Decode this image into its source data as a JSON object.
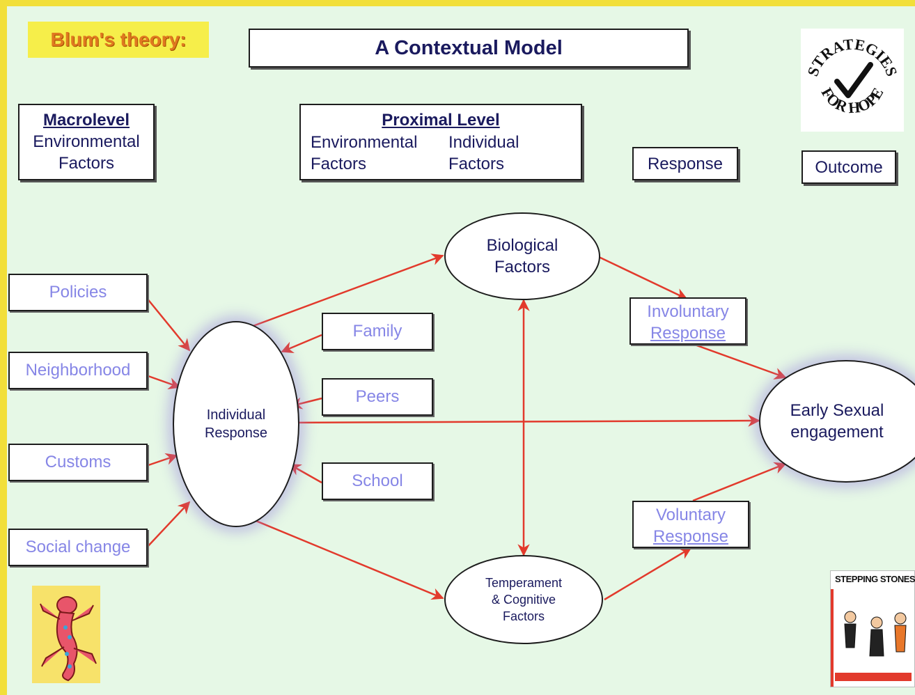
{
  "label_theory": "Blum's theory:",
  "title": "A Contextual Model",
  "logo_strategies": {
    "top": "STRATEGIES",
    "bottom": "FOR HOPE"
  },
  "headers": {
    "macro": {
      "title": "Macrolevel",
      "line1": "Environmental",
      "line2": "Factors"
    },
    "proximal": {
      "title": "Proximal Level",
      "env1": "Environmental",
      "env2": "Factors",
      "ind1": "Individual",
      "ind2": "Factors"
    },
    "response": "Response",
    "outcome": "Outcome"
  },
  "macro_factors": [
    "Policies",
    "Neighborhood",
    "Customs",
    "Social change"
  ],
  "proximal_factors": [
    "Family",
    "Peers",
    "School"
  ],
  "nodes": {
    "individual": {
      "line1": "Individual",
      "line2": "Response"
    },
    "biological": {
      "line1": "Biological",
      "line2": "Factors"
    },
    "temperament": {
      "line1": "Temperament",
      "line2": "& Cognitive",
      "line3": "Factors"
    },
    "outcome": {
      "line1": "Early Sexual",
      "line2": "engagement"
    }
  },
  "responses": {
    "involuntary": {
      "line1": "Involuntary",
      "line2": "Response"
    },
    "voluntary": {
      "line1": "Voluntary",
      "line2": "Response"
    }
  },
  "book_cover": {
    "title": "STEPPING STONES"
  },
  "colors": {
    "arrow": "#e23a2c",
    "title_text": "#1a1a5e",
    "factor_text": "#8686e6",
    "theory_label": "#e07820"
  }
}
